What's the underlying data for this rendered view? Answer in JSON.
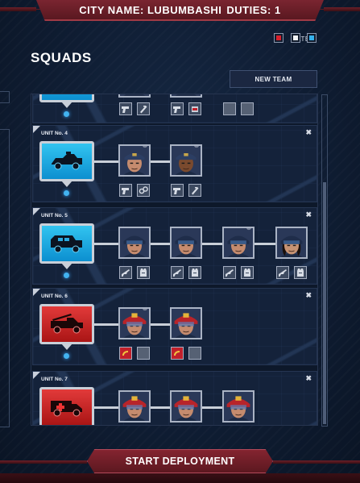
{
  "header": {
    "city_label": "CITY NAME: LUBUMBASHI",
    "duties_label": "DUTIES: 1"
  },
  "filter": {
    "label": "FILTER",
    "options": [
      {
        "name": "red",
        "color": "#d8202c"
      },
      {
        "name": "white",
        "color": "#f2f4f7"
      },
      {
        "name": "blue",
        "color": "#35b2ee"
      }
    ]
  },
  "squads": {
    "title": "SQUADS",
    "new_team_label": "NEW TEAM",
    "units": [
      {
        "label": "",
        "vehicle": "police-car",
        "color": "blue",
        "members": [
          {
            "type": "police",
            "skin": "light",
            "slots": [
              "pistol-icon",
              "baton-icon"
            ]
          },
          {
            "type": "police",
            "skin": "dark",
            "slots": [
              "pistol-icon",
              "siren-icon"
            ]
          },
          {
            "type": "empty",
            "skin": "",
            "slots": [
              "empty",
              "empty"
            ]
          }
        ]
      },
      {
        "label": "UNIT No. 4",
        "vehicle": "police-car",
        "color": "blue",
        "members": [
          {
            "type": "police",
            "skin": "light",
            "slots": [
              "pistol-icon",
              "handcuffs-icon"
            ],
            "rank": true
          },
          {
            "type": "police",
            "skin": "dark",
            "slots": [
              "pistol-icon",
              "baton-icon"
            ],
            "rank": true
          }
        ]
      },
      {
        "label": "UNIT No. 5",
        "vehicle": "armored-van",
        "color": "blue",
        "members": [
          {
            "type": "swat",
            "skin": "light",
            "slots": [
              "rifle-icon",
              "vest-icon"
            ]
          },
          {
            "type": "swat",
            "skin": "light",
            "slots": [
              "rifle-icon",
              "vest-icon"
            ]
          },
          {
            "type": "swat",
            "skin": "light",
            "slots": [
              "rifle-icon",
              "vest-icon"
            ],
            "rank": true
          },
          {
            "type": "swat",
            "skin": "female",
            "slots": [
              "rifle-icon",
              "vest-icon"
            ]
          }
        ]
      },
      {
        "label": "UNIT No. 6",
        "vehicle": "fire-truck",
        "color": "red",
        "members": [
          {
            "type": "fire",
            "skin": "light",
            "slots": [
              "hose-icon",
              "empty"
            ],
            "rank": true
          },
          {
            "type": "fire",
            "skin": "light",
            "slots": [
              "hose-icon",
              "empty"
            ]
          }
        ]
      },
      {
        "label": "UNIT No. 7",
        "vehicle": "ambulance",
        "color": "red",
        "members": [
          {
            "type": "fire",
            "skin": "light",
            "slots": []
          },
          {
            "type": "fire",
            "skin": "light",
            "slots": []
          },
          {
            "type": "fire",
            "skin": "light",
            "slots": []
          }
        ]
      }
    ]
  },
  "footer": {
    "start_label": "START DEPLOYMENT"
  }
}
